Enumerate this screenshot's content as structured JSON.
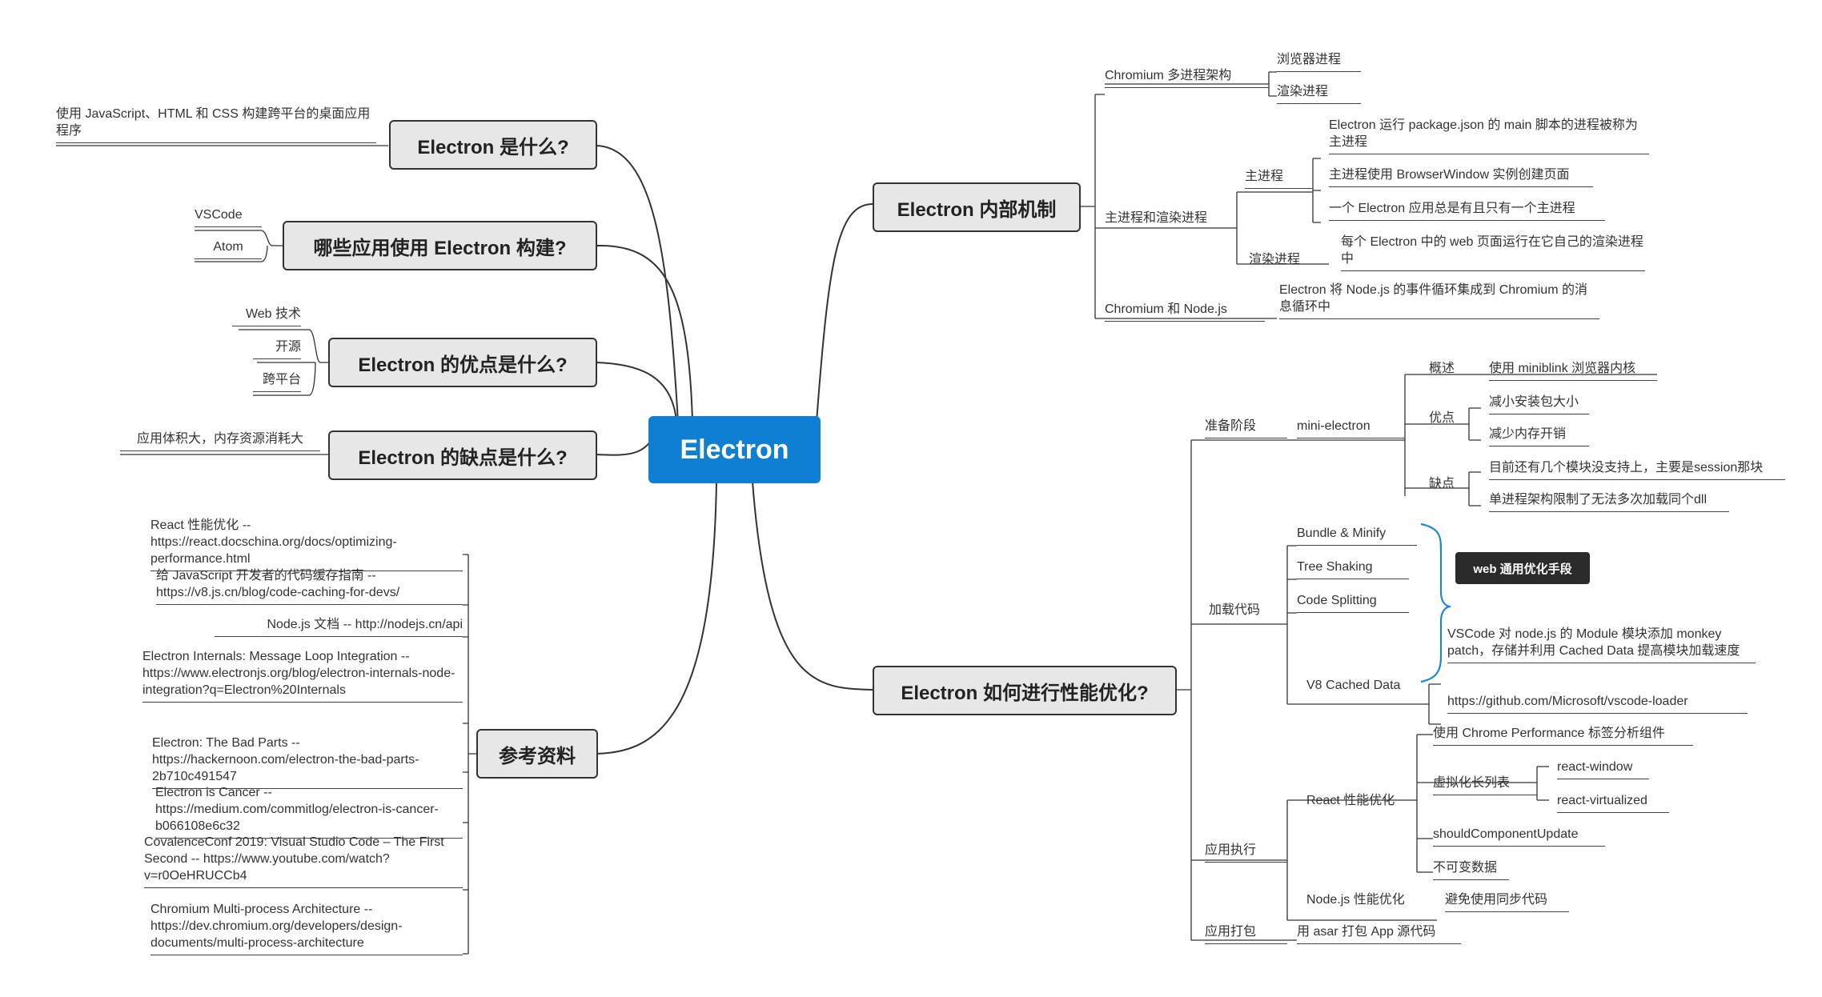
{
  "root": "Electron",
  "left": {
    "what": {
      "title": "Electron 是什么?",
      "leaf": "使用 JavaScript、HTML 和 CSS 构建跨平台的桌面应用程序"
    },
    "apps": {
      "title": "哪些应用使用 Electron 构建?",
      "items": [
        "VSCode",
        "Atom"
      ]
    },
    "pros": {
      "title": "Electron 的优点是什么?",
      "items": [
        "Web 技术",
        "开源",
        "跨平台"
      ]
    },
    "cons": {
      "title": "Electron 的缺点是什么?",
      "leaf": "应用体积大，内存资源消耗大"
    },
    "refs": {
      "title": "参考资料",
      "items": [
        "React 性能优化 -- https://react.docschina.org/docs/optimizing-performance.html",
        "给 JavaScript 开发者的代码缓存指南 -- https://v8.js.cn/blog/code-caching-for-devs/",
        "Node.js 文档 -- http://nodejs.cn/api",
        "Electron Internals: Message Loop Integration -- https://www.electronjs.org/blog/electron-internals-node-integration?q=Electron%20Internals",
        "Electron: The Bad Parts -- https://hackernoon.com/electron-the-bad-parts-2b710c491547",
        "Electron is Cancer -- https://medium.com/commitlog/electron-is-cancer-b066108e6c32",
        "CovalenceConf 2019: Visual Studio Code – The First Second -- https://www.youtube.com/watch?v=r0OeHRUCCb4",
        "Chromium Multi-process Architecture -- https://dev.chromium.org/developers/design-documents/multi-process-architecture"
      ]
    }
  },
  "internals": {
    "title": "Electron 内部机制",
    "chromium_arch": {
      "label": "Chromium 多进程架构",
      "items": [
        "浏览器进程",
        "渲染进程"
      ]
    },
    "main_render": {
      "label": "主进程和渲染进程",
      "main": {
        "label": "主进程",
        "items": [
          "Electron 运行 package.json 的 main 脚本的进程被称为主进程",
          "主进程使用 BrowserWindow 实例创建页面",
          "一个 Electron 应用总是有且只有一个主进程"
        ]
      },
      "render": {
        "label": "渲染进程",
        "item": "每个 Electron 中的 web 页面运行在它自己的渲染进程中"
      }
    },
    "chromium_node": {
      "label": "Chromium  和 Node.js",
      "item": "Electron 将 Node.js 的事件循环集成到 Chromium 的消息循环中"
    }
  },
  "perf": {
    "title": "Electron 如何进行性能优化?",
    "prepare": {
      "label": "准备阶段",
      "mini": {
        "label": "mini-electron",
        "overview": {
          "label": "概述",
          "item": "使用 miniblink 浏览器内核"
        },
        "pros": {
          "label": "优点",
          "items": [
            "减小安装包大小",
            "减少内存开销"
          ]
        },
        "cons": {
          "label": "缺点",
          "items": [
            "目前还有几个模块没支持上，主要是session那块",
            "单进程架构限制了无法多次加载同个dll"
          ]
        }
      }
    },
    "load": {
      "label": "加载代码",
      "items": [
        "Bundle & Minify",
        "Tree Shaking",
        "Code Splitting"
      ],
      "badge": "web 通用优化手段",
      "v8": {
        "label": "V8 Cached Data",
        "items": [
          "VSCode 对 node.js 的 Module 模块添加 monkey patch，存储并利用 Cached Data 提高模块加载速度",
          "https://github.com/Microsoft/vscode-loader"
        ]
      }
    },
    "run": {
      "label": "应用执行",
      "react": {
        "label": "React 性能优化",
        "chrome": "使用 Chrome Performance 标签分析组件",
        "virtual": {
          "label": "虚拟化长列表",
          "items": [
            "react-window",
            "react-virtualized"
          ]
        },
        "scu": "shouldComponentUpdate",
        "immutable": "不可变数据"
      },
      "node": {
        "label": "Node.js 性能优化",
        "item": "避免使用同步代码"
      }
    },
    "pack": {
      "label": "应用打包",
      "item": "用 asar 打包 App 源代码"
    }
  },
  "colors": {
    "root": "#0f7fd2",
    "main_fill": "#e7e7e7",
    "bracket": "#1e88d6",
    "badge": "#2b2b2b"
  }
}
